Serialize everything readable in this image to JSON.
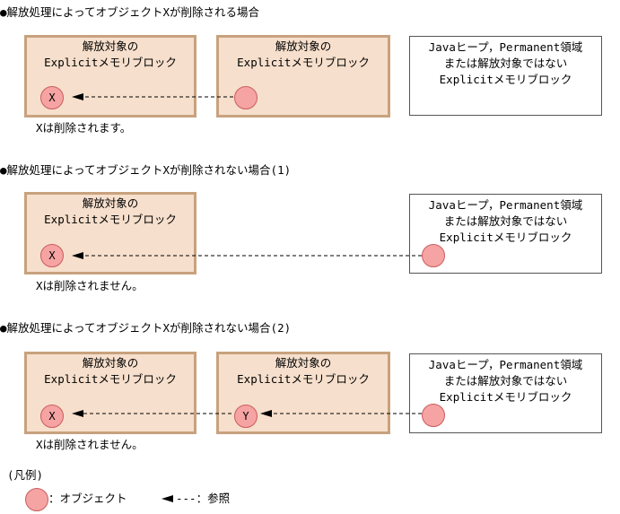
{
  "cases": [
    {
      "heading": "●解放処理によってオブジェクトXが削除される場合",
      "target_box_1": {
        "line1": "解放対象の",
        "line2": "Explicitメモリブロック"
      },
      "target_box_2": {
        "line1": "解放対象の",
        "line2": "Explicitメモリブロック"
      },
      "heap_box": {
        "line1": "Javaヒープ，Permanent領域",
        "line2": "または解放対象ではない",
        "line3": "Explicitメモリブロック"
      },
      "object_x": "X",
      "note": "Xは削除されます。"
    },
    {
      "heading": "●解放処理によってオブジェクトXが削除されない場合(1)",
      "target_box_1": {
        "line1": "解放対象の",
        "line2": "Explicitメモリブロック"
      },
      "heap_box": {
        "line1": "Javaヒープ，Permanent領域",
        "line2": "または解放対象ではない",
        "line3": "Explicitメモリブロック"
      },
      "object_x": "X",
      "note": "Xは削除されません。"
    },
    {
      "heading": "●解放処理によってオブジェクトXが削除されない場合(2)",
      "target_box_1": {
        "line1": "解放対象の",
        "line2": "Explicitメモリブロック"
      },
      "target_box_2": {
        "line1": "解放対象の",
        "line2": "Explicitメモリブロック"
      },
      "heap_box": {
        "line1": "Javaヒープ，Permanent領域",
        "line2": "または解放対象ではない",
        "line3": "Explicitメモリブロック"
      },
      "object_x": "X",
      "object_y": "Y",
      "note": "Xは削除されません。"
    }
  ],
  "legend": {
    "title": "(凡例)",
    "object_label": "：オブジェクト",
    "reference_label": "---：参照"
  },
  "colors": {
    "target_fill": "#f6dfcc",
    "target_border": "#c8a27e",
    "object_fill": "#f6a3a3",
    "object_border": "#c95e5e"
  }
}
